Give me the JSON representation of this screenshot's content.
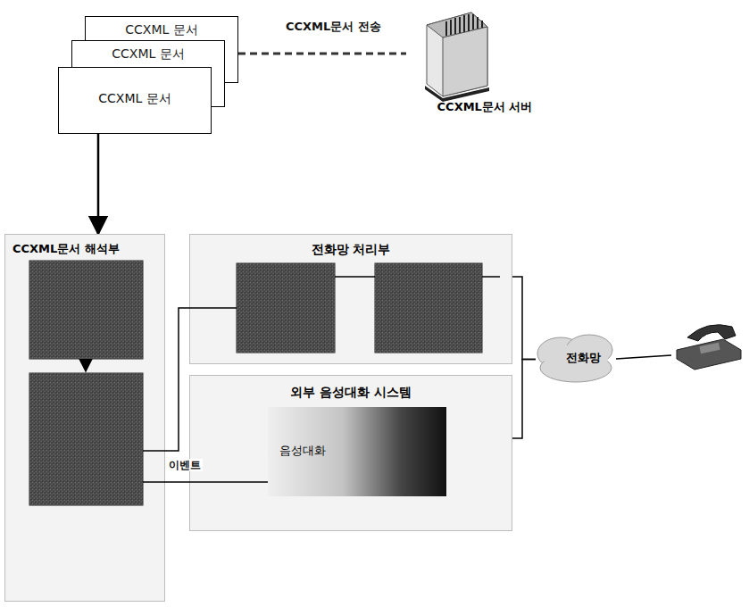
{
  "diagram": {
    "nodes": [
      {
        "text": [
          "CCXML 문서"
        ]
      },
      {
        "text": [
          "CCXML 문서"
        ]
      },
      {
        "text": [
          "CCXML 문서"
        ]
      },
      {
        "text": [
          "CCXML문서 서버"
        ]
      },
      {
        "text": [
          "CCXML문서 해석부"
        ]
      },
      {
        "text": [
          "전화망 처리부"
        ]
      },
      {
        "text": [
          "외부 음성대화 시스템"
        ]
      },
      {
        "text": [
          "음성대화"
        ],
        "in": 6
      },
      {
        "text": [
          "전화망"
        ]
      }
    ],
    "edges": [
      {
        "from": 0,
        "to": 3,
        "label": "CCXML문서 전송",
        "arrow": "none"
      },
      {
        "from": 2,
        "to": 4,
        "arrow": "to"
      },
      {
        "from": 4,
        "to": 5,
        "arrow": "none"
      },
      {
        "from": 4,
        "to": 6,
        "label": "이벤트",
        "arrow": "none"
      },
      {
        "from": 5,
        "to": 8,
        "arrow": "none"
      },
      {
        "from": 7,
        "to": 8,
        "arrow": "none"
      }
    ]
  }
}
